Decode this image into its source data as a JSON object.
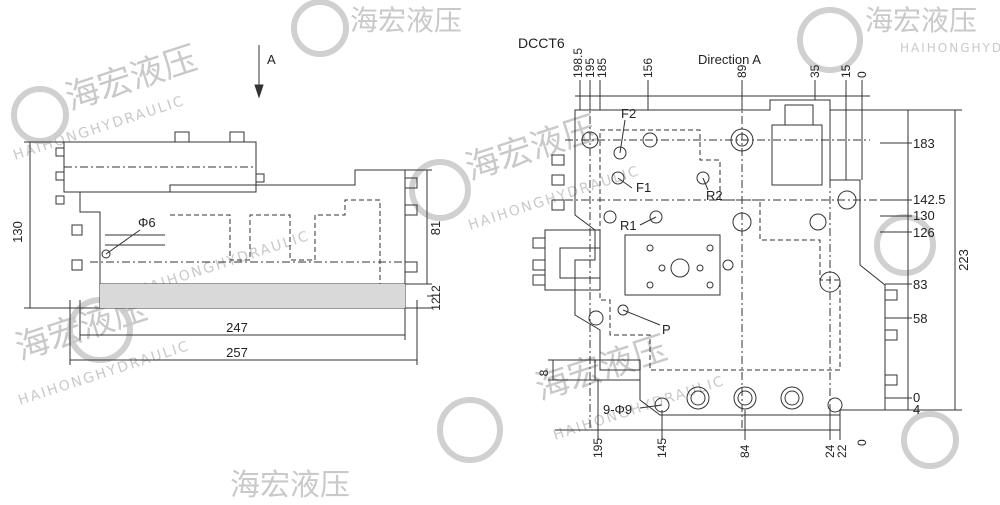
{
  "diagram": {
    "title": "DCCT6",
    "direction_label": "Direction A",
    "arrow_label": "A",
    "watermark": {
      "cn": "海宏液压",
      "en": "HAIHONGHYDRAULIC"
    },
    "side_view": {
      "dim_height": "130",
      "dim_width_inner": "247",
      "dim_width_outer": "257",
      "dim_81": "81",
      "dim_12a": "12",
      "dim_12b": "12",
      "hole_label": "Φ6"
    },
    "ports": {
      "F2": "F2",
      "F1": "F1",
      "R2": "R2",
      "R1": "R1",
      "P": "P"
    },
    "holes_label": "9-Φ9",
    "top_dims": [
      "198.5",
      "195",
      "185",
      "156",
      "89",
      "35",
      "15",
      "0"
    ],
    "right_dims": [
      "183",
      "142.5",
      "130",
      "126",
      "83",
      "58",
      "0",
      "4"
    ],
    "right_overall": "223",
    "bottom_dims": [
      "195",
      "145",
      "84",
      "24",
      "22",
      "0"
    ],
    "left_dim": "8"
  }
}
